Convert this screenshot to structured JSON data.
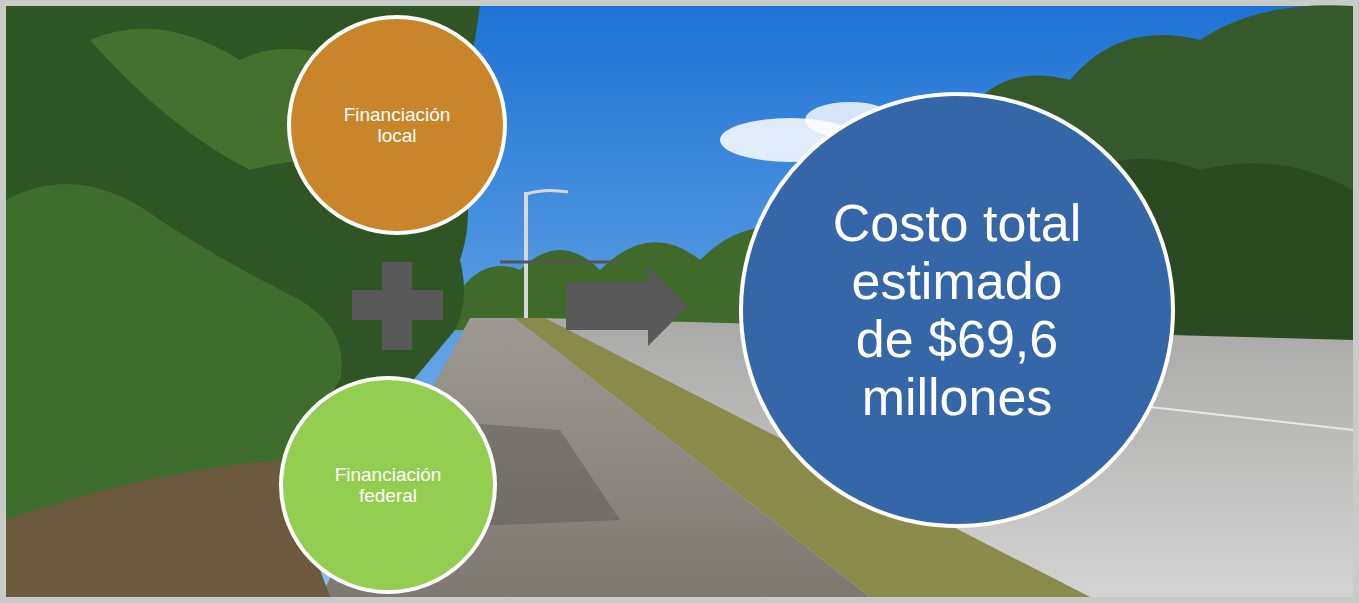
{
  "diagram": {
    "nodes": [
      {
        "text": [
          "Financiación local"
        ]
      },
      {
        "text": [
          "Financiación federal"
        ]
      },
      {
        "text": [
          "Costo total estimado de $69,6 millones"
        ]
      }
    ]
  }
}
